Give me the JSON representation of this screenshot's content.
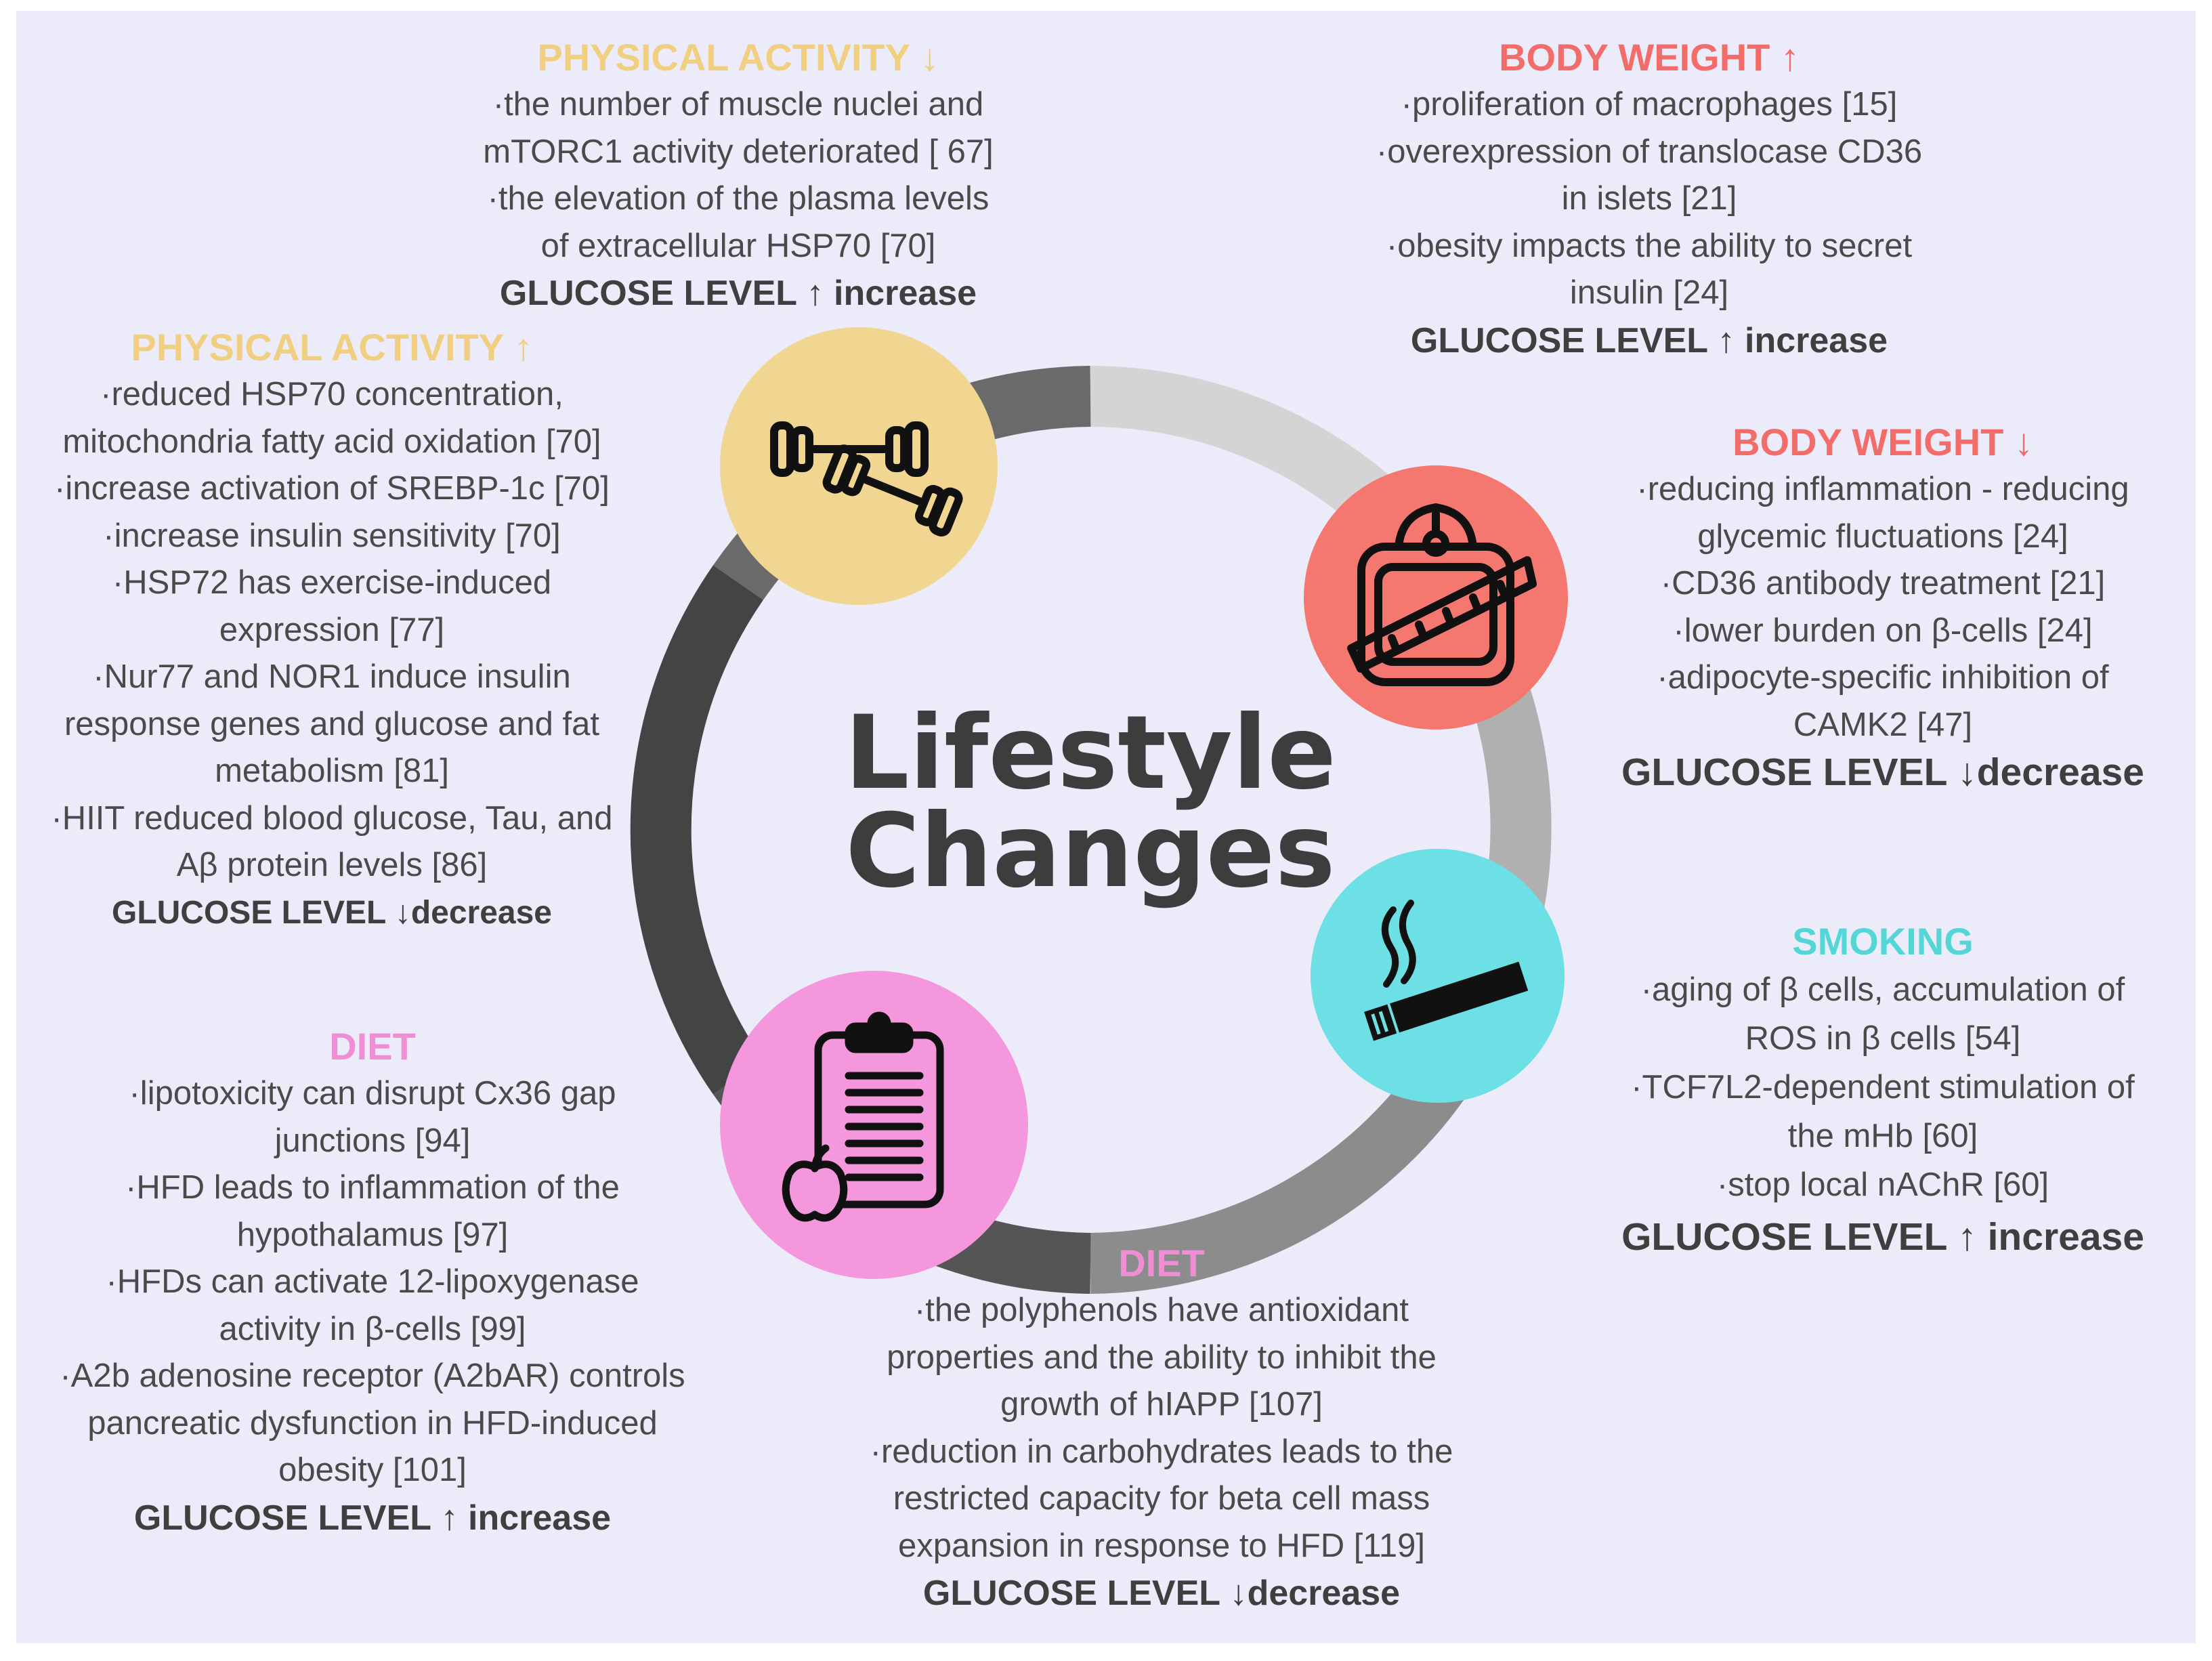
{
  "center": {
    "line1": "Lifestyle",
    "line2": "Changes"
  },
  "colors": {
    "physical": "#f0cf80",
    "bodyweight": "#f26d6a",
    "smoking": "#52d6d6",
    "diet": "#f08ed5",
    "text": "#4a4a4a",
    "background": "#ecebfa",
    "circle_physical": "#f0d690",
    "circle_bodyweight": "#f57870",
    "circle_smoking": "#6ce0e4",
    "circle_diet": "#f597dc"
  },
  "icons": {
    "physical": "dumbbells-icon",
    "bodyweight": "scale-measuring-tape-icon",
    "smoking": "cigarette-icon",
    "diet": "clipboard-apple-icon"
  },
  "physical_down": {
    "title": "PHYSICAL ACTIVITY ↓",
    "lines": [
      "·the number of muscle nuclei and",
      "mTORC1 activity deteriorated [ 67]",
      "·the elevation of the plasma levels",
      "of extracellular HSP70 [70]"
    ],
    "glucose": "GLUCOSE LEVEL ↑ increase"
  },
  "physical_up": {
    "title": "PHYSICAL ACTIVITY  ↑",
    "lines": [
      "·reduced HSP70 concentration,",
      "mitochondria fatty acid oxidation [70]",
      "·increase activation of SREBP-1c [70]",
      "·increase insulin sensitivity [70]",
      "·HSP72 has exercise-induced",
      "expression [77]",
      "·Nur77 and NOR1 induce insulin",
      "response genes and glucose and fat",
      "metabolism [81]",
      "·HIIT reduced blood glucose, Tau, and",
      "Aβ protein levels [86]"
    ],
    "glucose": "GLUCOSE LEVEL ↓decrease"
  },
  "bodyweight_up": {
    "title": "BODY WEIGHT  ↑",
    "lines": [
      "·proliferation of macrophages [15]",
      "·overexpression of translocase CD36",
      "in islets [21]",
      "·obesity impacts the ability to secret",
      "insulin [24]"
    ],
    "glucose": "GLUCOSE LEVEL ↑ increase"
  },
  "bodyweight_down": {
    "title": "BODY WEIGHT ↓",
    "lines": [
      "·reducing inflammation - reducing",
      "glycemic fluctuations [24]",
      "·CD36 antibody treatment [21]",
      "·lower burden on β-cells [24]",
      "·adipocyte-specific inhibition of",
      "CAMK2 [47]"
    ],
    "glucose": "GLUCOSE LEVEL ↓decrease"
  },
  "smoking": {
    "title": "SMOKING",
    "lines": [
      "·aging of β cells, accumulation of",
      "ROS in β cells [54]",
      "·TCF7L2-dependent stimulation of",
      "the mHb [60]",
      "·stop local nAChR [60]"
    ],
    "glucose": "GLUCOSE LEVEL ↑ increase"
  },
  "diet_left": {
    "title": "DIET",
    "lines": [
      "·lipotoxicity can disrupt Cx36 gap",
      "junctions [94]",
      "·HFD leads to inflammation of the",
      "hypothalamus [97]",
      "·HFDs can activate 12-lipoxygenase",
      "activity in β-cells [99]",
      "·A2b adenosine receptor (A2bAR) controls",
      "pancreatic dysfunction in HFD-induced",
      "obesity [101]"
    ],
    "glucose": "GLUCOSE LEVEL ↑ increase"
  },
  "diet_bottom": {
    "title": "DIET",
    "lines": [
      "·the polyphenols have antioxidant",
      "properties and the ability to inhibit the",
      "growth of hIAPP [107]",
      "·reduction in carbohydrates leads to the",
      "restricted capacity for beta cell mass",
      "expansion in response to HFD [119]"
    ],
    "glucose": "GLUCOSE LEVEL ↓decrease"
  }
}
